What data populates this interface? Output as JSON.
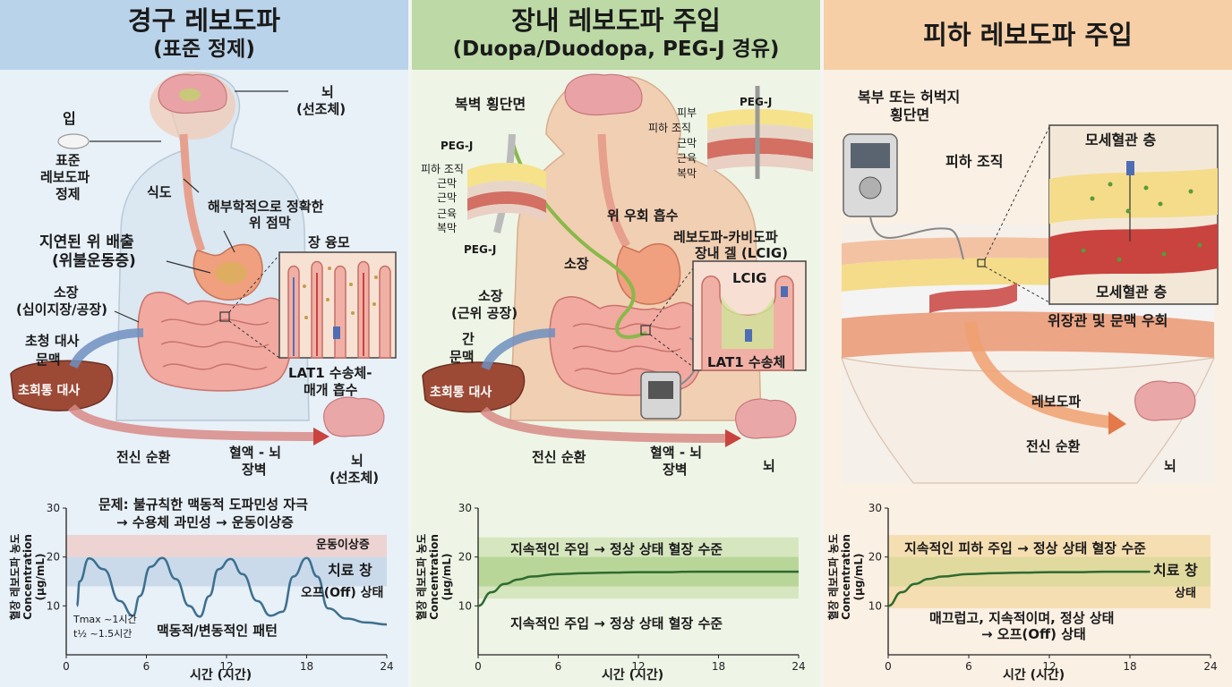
{
  "panel1": {
    "title": "경구 레보도파",
    "subtitle": "(표준 정제)",
    "labels": {
      "mouth": "입",
      "tablet_l1": "표준",
      "tablet_l2": "레보도파",
      "tablet_l3": "정제",
      "esophagus": "식도",
      "brain_top_l1": "뇌",
      "brain_top_l2": "(선조체)",
      "mucosa_l1": "해부학적으로 정확한",
      "mucosa_l2": "위 점막",
      "delay_l1": "지연된 위 배출",
      "delay_l2": "(위불운동증)",
      "villi": "장 융모",
      "small_l1": "소장",
      "small_l2": "(십이지장/공장)",
      "firstpass_l1": "초청 대사",
      "firstpass_l2": "문맥",
      "liver": "초회통 대사",
      "lat1_l1": "LAT1 수송체-",
      "lat1_l2": "매개 흡수",
      "circulation": "전신 순환",
      "bbb_l1": "혈액 - 뇌",
      "bbb_l2": "장벽",
      "brain_bottom_l1": "뇌",
      "brain_bottom_l2": "(선조체)"
    },
    "chart_labels": {
      "problem_l1": "문제: 불규칙한 맥동적 도파민성 자극",
      "problem_l2": "→ 수용체 과민성 → 운동이상증",
      "dyskinesia": "운동이상증",
      "window": "치료 창",
      "off": "오프(Off) 상태",
      "tmax": "Tmax ~1시간",
      "thalf": "t½ ~1.5시간",
      "pattern": "맥동적/변동적인 패턴"
    }
  },
  "panel2": {
    "title": "장내 레보도파 주입",
    "subtitle": "(Duopa/Duodopa, PEG-J 경유)",
    "labels": {
      "cross": "복벽 횡단면",
      "pegj": "PEG-J",
      "layer1": "피하 조직",
      "layer2": "근막",
      "layer3": "근막",
      "layer4": "근육",
      "layer5": "복막",
      "pegj2": "PEG-J",
      "inset_pegj": "PEG-J",
      "skin": "피부",
      "subq": "피하 조직",
      "fascia": "근막",
      "muscle": "근육",
      "peritoneum": "복막",
      "gastric": "위 우회 흡수",
      "gel_l1": "레보도파-카비도파",
      "gel_l2": "장내 겔 (LCIG)",
      "small": "소장",
      "prox_l1": "소장",
      "prox_l2": "(근위 공장)",
      "liver_l": "간",
      "portal": "문맥",
      "liver": "초회통 대사",
      "lcig": "LCIG",
      "lat1": "LAT1 수송체",
      "circulation": "전신 순환",
      "bbb_l1": "혈액 - 뇌",
      "bbb_l2": "장벽",
      "brain": "뇌"
    },
    "chart_labels": {
      "top": "지속적인 주입 → 정상 상태 혈장 수준",
      "bottom": "지속적인 주입 → 정상 상태 혈장 수준"
    }
  },
  "panel3": {
    "title": "피하 레보도파 주입",
    "labels": {
      "cross_l1": "복부 또는 허벅지",
      "cross_l2": "횡단면",
      "subq": "피하 조직",
      "cap_top": "모세혈관 층",
      "cap_bottom": "모세혈관 층",
      "bypass": "위장관 및 문맥 우회",
      "levodopa": "레보도파",
      "circulation": "전신 순환",
      "brain": "뇌"
    },
    "chart_labels": {
      "top": "지속적인 피하 주입 → 정상 상태 혈장 수준",
      "window": "치료 창",
      "state": "상태",
      "bottom_l1": "매끄럽고, 지속적이며, 정상 상태",
      "bottom_l2": "→ 오프(Off) 상태"
    }
  },
  "chart_data": [
    {
      "type": "line",
      "xlabel": "시간 (시간)",
      "ylabel": "혈장 레보도파 농도 Concentration (μg/mL)",
      "xlim": [
        0,
        24
      ],
      "ylim": [
        0,
        30
      ],
      "xticks": [
        0,
        6,
        12,
        18,
        24
      ],
      "yticks": [
        10,
        20,
        30
      ],
      "bands": {
        "dyskinesia": [
          20,
          24.5
        ],
        "therapeutic": [
          14,
          20
        ]
      },
      "x": [
        0.8,
        1.0,
        1.7,
        2.8,
        4.0,
        5.0,
        5.5,
        6.3,
        7.2,
        8.2,
        9.2,
        10.0,
        10.7,
        11.4,
        12.3,
        13.2,
        14.3,
        15.3,
        16.2,
        17.0,
        18.0,
        18.8,
        19.6,
        21.0,
        22.5,
        24.0
      ],
      "y": [
        10,
        15,
        19.7,
        17.5,
        11,
        8,
        12,
        18,
        19.8,
        15.5,
        10,
        7.8,
        12,
        17.5,
        19.6,
        16.5,
        11,
        8,
        8.8,
        16,
        19.8,
        16,
        9.5,
        7.4,
        6.6,
        6.2
      ]
    },
    {
      "type": "line",
      "xlabel": "시간 (시간)",
      "ylabel": "혈장 레보도파 농도 Concentration (μg/mL)",
      "xlim": [
        0,
        24
      ],
      "ylim": [
        0,
        30
      ],
      "xticks": [
        0,
        6,
        12,
        18,
        24
      ],
      "yticks": [
        10,
        20,
        30
      ],
      "bands": {
        "outer": [
          11.5,
          24
        ],
        "therapeutic": [
          14,
          20
        ]
      },
      "x": [
        0,
        1,
        2,
        3,
        4,
        6,
        8,
        10,
        12,
        14,
        16,
        18,
        20,
        22,
        24
      ],
      "y": [
        10,
        12.8,
        14.5,
        15.4,
        16.0,
        16.5,
        16.7,
        16.8,
        16.9,
        16.9,
        17.0,
        17.0,
        17.0,
        17.0,
        17.0
      ]
    },
    {
      "type": "line",
      "xlabel": "시간 (시간)",
      "ylabel": "혈장 레보도파 농도 Concentration (μg/mL)",
      "xlim": [
        0,
        24
      ],
      "ylim": [
        0,
        30
      ],
      "xticks": [
        0,
        6,
        12,
        18,
        24
      ],
      "yticks": [
        10,
        20,
        30
      ],
      "bands": {
        "outer": [
          9.5,
          24.5
        ],
        "therapeutic": [
          14,
          20
        ]
      },
      "x": [
        0,
        1,
        2,
        3,
        4,
        6,
        8,
        10,
        12,
        14,
        16,
        18,
        19.5
      ],
      "y": [
        10,
        12.8,
        14.5,
        15.5,
        16.0,
        16.5,
        16.7,
        16.8,
        16.9,
        16.9,
        17.0,
        17.0,
        17.0
      ]
    }
  ]
}
